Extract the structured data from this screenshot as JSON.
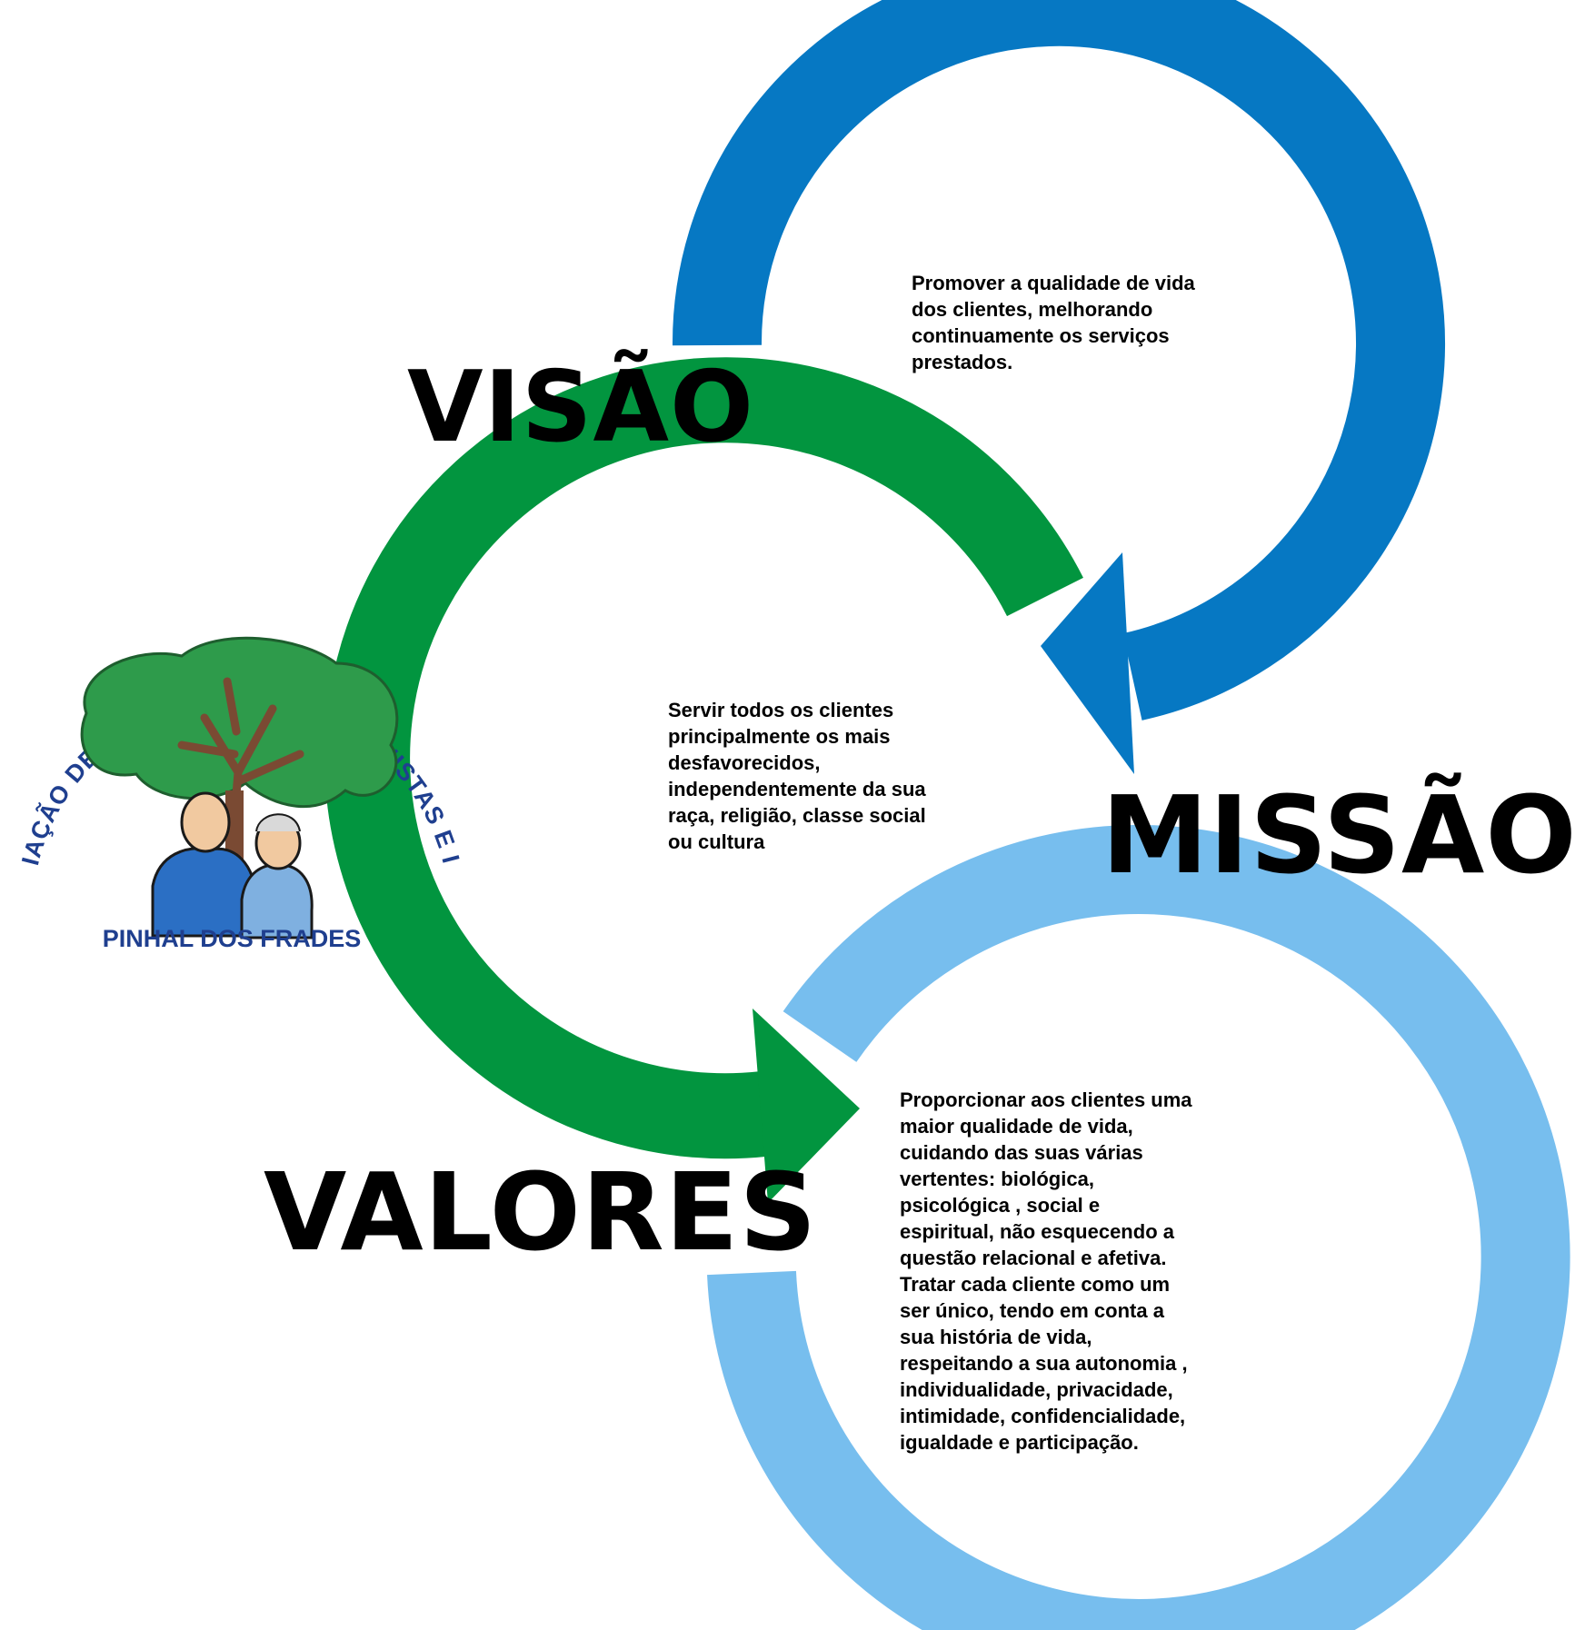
{
  "colors": {
    "visao_arrow": "#0678C3",
    "missao_arrow": "#02953F",
    "valores_arrow": "#77BEEE",
    "logo_text": "#1F3F8F",
    "tree_green": "#2E9B4B"
  },
  "visao": {
    "heading": "VISÃO",
    "lines": [
      "Promover a qualidade de vida",
      "dos clientes, melhorando",
      "continuamente os serviços",
      "prestados."
    ]
  },
  "missao": {
    "heading": "MISSÃO",
    "lines": [
      "Servir todos os clientes",
      "principalmente os mais",
      "desfavorecidos,",
      "independentemente da sua",
      "raça, religião, classe social",
      "ou cultura"
    ]
  },
  "valores": {
    "heading": "VALORES",
    "lines": [
      "Proporcionar aos clientes uma",
      "maior qualidade de vida,",
      "cuidando das suas várias",
      "vertentes: biológica,",
      "psicológica , social e",
      "espiritual, não esquecendo a",
      "questão relacional e afetiva.",
      "Tratar cada cliente como um",
      "ser único, tendo em conta a",
      "sua história de vida,",
      "respeitando a sua autonomia ,",
      "individualidade, privacidade,",
      "intimidade, confidencialidade,",
      "igualdade e participação."
    ]
  },
  "logo": {
    "arc_text": "ASSOCIAÇÃO DE REFORMADOS  PENSIONISTAS E IDOSOS",
    "bottom_text": "PINHAL DOS FRADES"
  }
}
